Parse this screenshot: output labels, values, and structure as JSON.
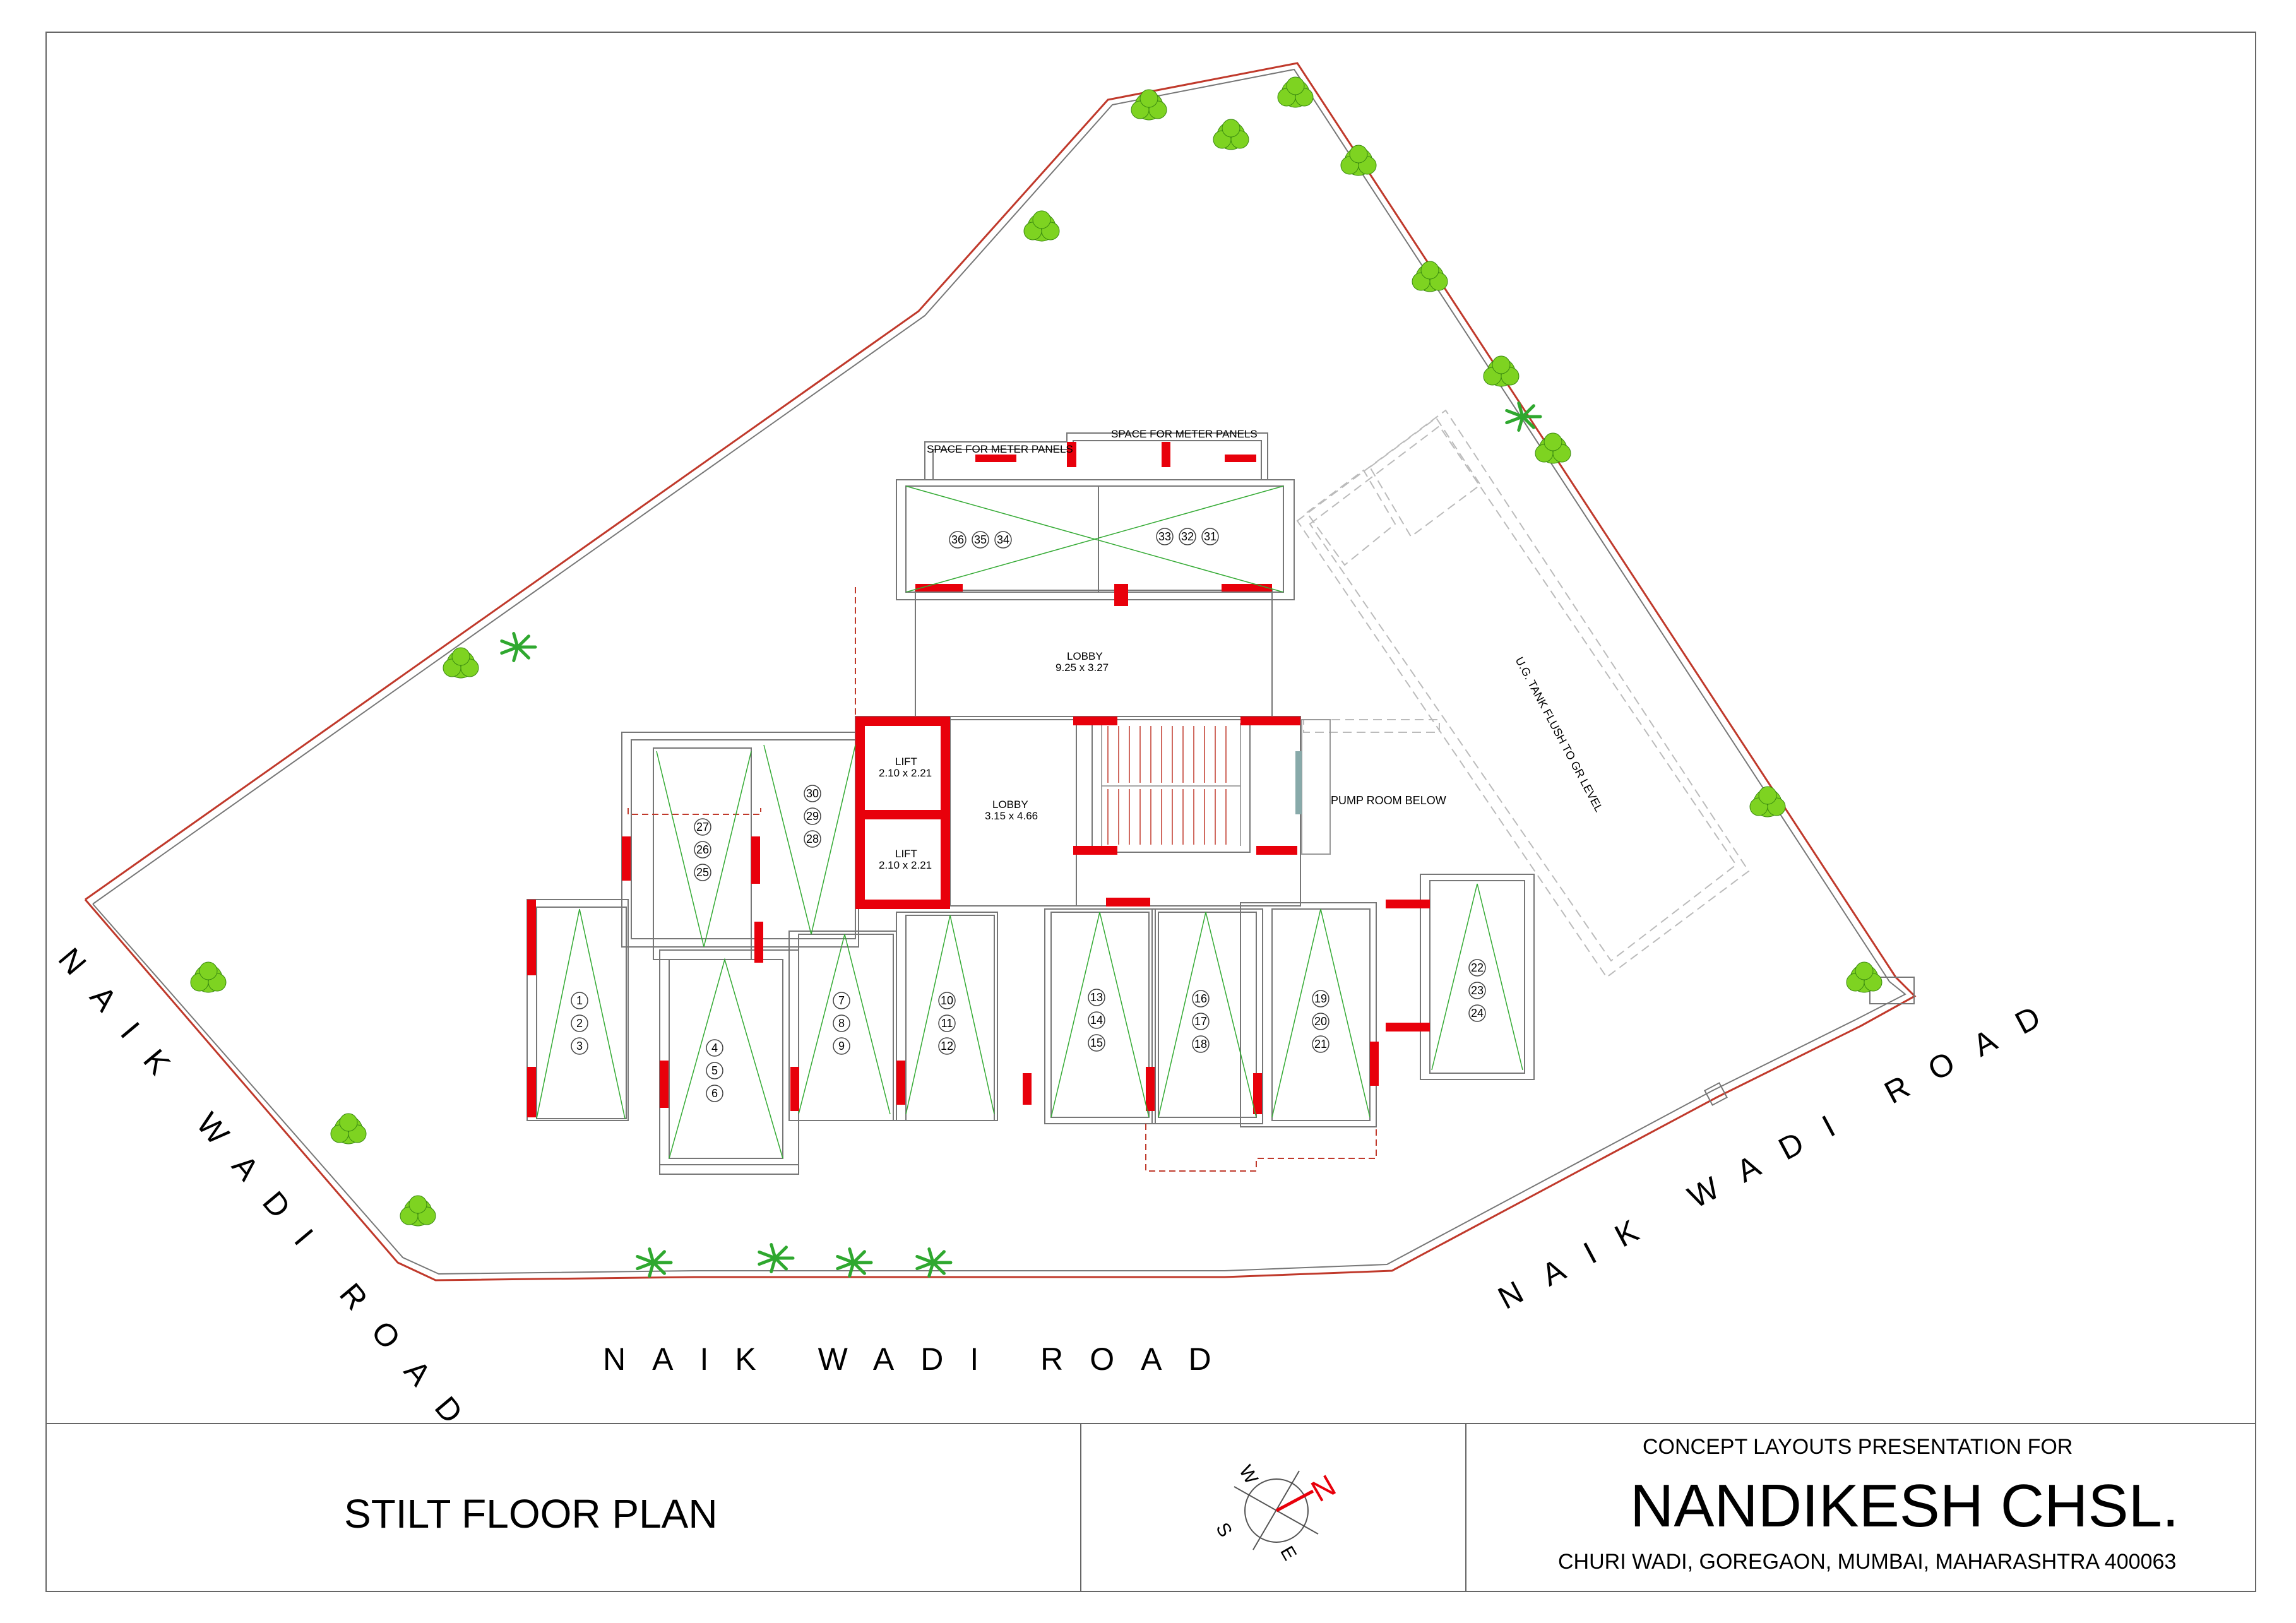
{
  "roads": {
    "left": "NAIK WADI ROAD",
    "bottom": "NAIK WADI ROAD",
    "right": "NAIK WADI ROAD"
  },
  "labels": {
    "meter_panels_1": "SPACE FOR METER PANELS",
    "meter_panels_2": "SPACE FOR METER PANELS",
    "lobby_top": "LOBBY",
    "lobby_top_dim": "9.25 x 3.27",
    "lobby_mid": "LOBBY",
    "lobby_mid_dim": "3.15 x 4.66",
    "lift_1": "LIFT",
    "lift_1_dim": "2.10 x 2.21",
    "lift_2": "LIFT",
    "lift_2_dim": "2.10 x 2.21",
    "pump_room": "PUMP ROOM BELOW",
    "ug_tank": "U.G. TANK FLUSH TO GR LEVEL"
  },
  "parking_groups": [
    [
      "36",
      "35",
      "34"
    ],
    [
      "33",
      "32",
      "31"
    ],
    [
      "27",
      "26",
      "25"
    ],
    [
      "30",
      "29",
      "28"
    ],
    [
      "1",
      "2",
      "3"
    ],
    [
      "4",
      "5",
      "6"
    ],
    [
      "7",
      "8",
      "9"
    ],
    [
      "10",
      "11",
      "12"
    ],
    [
      "13",
      "14",
      "15"
    ],
    [
      "16",
      "17",
      "18"
    ],
    [
      "19",
      "20",
      "21"
    ],
    [
      "22",
      "23",
      "24"
    ]
  ],
  "title_block": {
    "drawing_title": "STILT FLOOR PLAN",
    "compass": {
      "north": "N",
      "south": "S",
      "east": "E",
      "west": "W"
    },
    "presentation_line": "CONCEPT LAYOUTS PRESENTATION FOR",
    "project_name": "NANDIKESH CHSL.",
    "address": "CHURI WADI, GOREGAON, MUMBAI, MAHARASHTRA 400063"
  },
  "colors": {
    "wall_fill": "#e8000b",
    "boundary_red": "#c0392b",
    "parking_diagonal": "#33aa33",
    "tree_green": "#7ed321",
    "line": "#555555"
  }
}
